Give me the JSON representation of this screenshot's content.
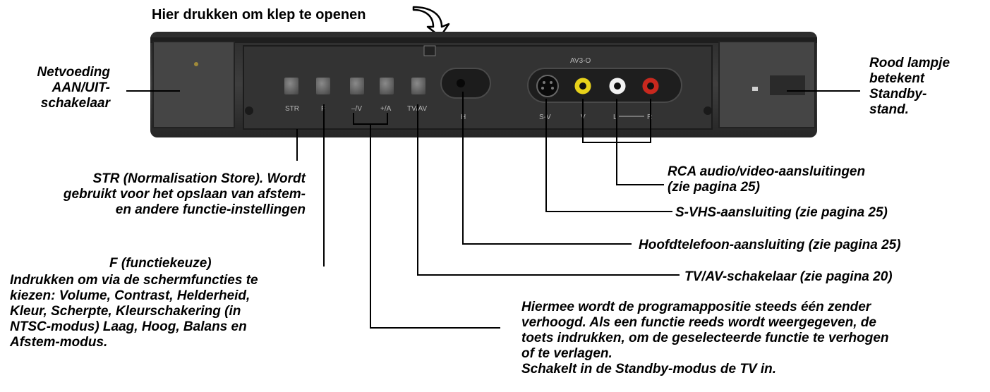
{
  "header": {
    "open_flap_label": "Hier drukken om klep te openen"
  },
  "labels": {
    "power_switch": "Netvoeding\nAAN/UIT-\nschakelaar",
    "standby_light": "Rood lampje\nbetekent\nStandby-\nstand.",
    "str": "STR (Normalisation Store). Wordt\ngebruikt voor het opslaan van afstem-\nen andere functie-instellingen",
    "function_title": "F (functiekeuze)",
    "function_desc": "Indrukken om via de schermfuncties te\nkiezen: Volume, Contrast, Helderheid,\nKleur, Scherpte, Kleurschakering (in\nNTSC-modus) Laag, Hoog, Balans en\nAfstem-modus.",
    "rca": "RCA audio/video-aansluitingen\n(zie pagina 25)",
    "svhs": "S-VHS-aansluiting (zie pagina 25)",
    "headphone": "Hoofdtelefoon-aansluiting (zie pagina 25)",
    "tvav": "TV/AV-schakelaar (zie pagina 20)",
    "program": "Hiermee wordt de programappositie steeds één zender\nverhoogd. Als een functie reeds wordt weergegeven, de\ntoets indrukken, om de geselecteerde functie te verhogen\nof te verlagen.\nSchakelt in de Standby-modus de TV in."
  },
  "panel_text": {
    "av_label": "AV3-O",
    "str_btn": "STR",
    "f_btn": "F",
    "vminus_btn": "–/V",
    "plusa_btn": "+/A",
    "tvav_btn": "TV/AV",
    "h_jack": "H",
    "sv_jack": "S-V",
    "v_jack": "V",
    "l_jack": "L",
    "r_jack": "R"
  },
  "colors": {
    "panel": "#3a3a3a",
    "rca_video": "#e8d21a",
    "rca_left": "#f2f2f2",
    "rca_right": "#c8281e"
  }
}
